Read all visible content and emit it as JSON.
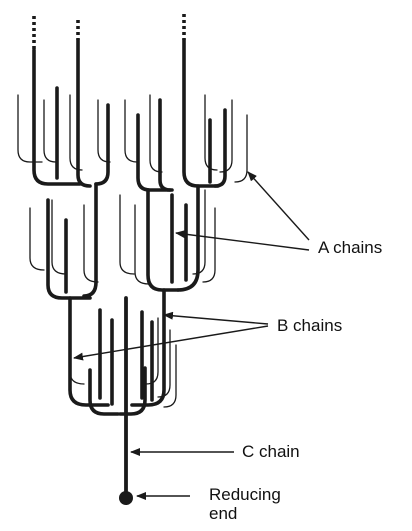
{
  "labels": {
    "a_chains": "A chains",
    "b_chains": "B chains",
    "c_chain": "C chain",
    "reducing_line1": "Reducing",
    "reducing_line2": "end"
  },
  "colors": {
    "ink": "#1a1a1a",
    "background": "#ffffff"
  }
}
